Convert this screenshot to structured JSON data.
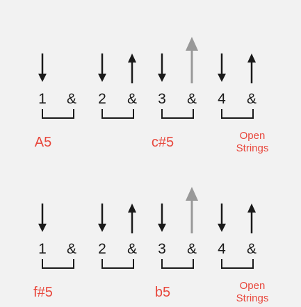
{
  "diagram": {
    "title": "",
    "colors": {
      "background": "#f2f2f2",
      "stroke_dark": "#1a1a1a",
      "stroke_light": "#999999",
      "chord_label": "#e8473c"
    },
    "rows": [
      {
        "beats": [
          {
            "count": "1",
            "stroke": "down"
          },
          {
            "count": "&",
            "stroke": "none"
          },
          {
            "count": "2",
            "stroke": "down"
          },
          {
            "count": "&",
            "stroke": "up"
          },
          {
            "count": "3",
            "stroke": "down"
          },
          {
            "count": "&",
            "stroke": "up-light"
          },
          {
            "count": "4",
            "stroke": "down"
          },
          {
            "count": "&",
            "stroke": "up"
          }
        ],
        "chord_labels": [
          {
            "text": "A5",
            "beat": 1
          },
          {
            "text": "c#5",
            "beat": 3
          },
          {
            "text": "Open",
            "beat": 4,
            "line": 1
          },
          {
            "text": "Strings",
            "beat": 4,
            "line": 2
          }
        ]
      },
      {
        "beats": [
          {
            "count": "1",
            "stroke": "down"
          },
          {
            "count": "&",
            "stroke": "none"
          },
          {
            "count": "2",
            "stroke": "down"
          },
          {
            "count": "&",
            "stroke": "up"
          },
          {
            "count": "3",
            "stroke": "down"
          },
          {
            "count": "&",
            "stroke": "up-light"
          },
          {
            "count": "4",
            "stroke": "down"
          },
          {
            "count": "&",
            "stroke": "up"
          }
        ],
        "chord_labels": [
          {
            "text": "f#5",
            "beat": 1
          },
          {
            "text": "b5",
            "beat": 3
          },
          {
            "text": "Open",
            "beat": 4,
            "line": 1
          },
          {
            "text": "Strings",
            "beat": 4,
            "line": 2
          }
        ]
      }
    ]
  }
}
